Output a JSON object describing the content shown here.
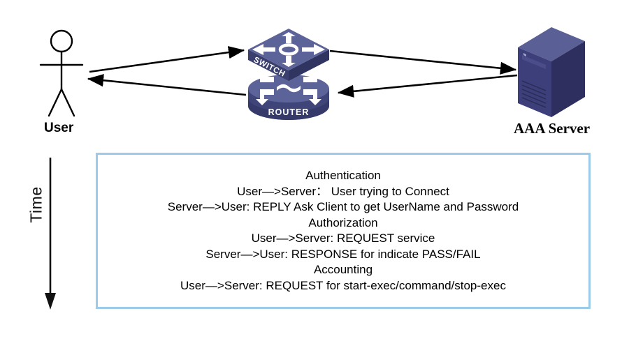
{
  "diagram": {
    "title": "AAA (Authentication, Authorization, Accounting) flow diagram",
    "colors": {
      "device_top": "#5C6399",
      "device_front": "#3F4578",
      "device_side": "#2F3460",
      "server_top": "#5A5F96",
      "server_front": "#3D3F7A",
      "server_side": "#2E2F5E",
      "box_border": "#9BCBE8",
      "arrow": "#000000",
      "text": "#000000"
    },
    "nodes": [
      {
        "id": "user",
        "label": "User",
        "icon": "stick-figure-icon",
        "font": "sans-bold"
      },
      {
        "id": "switch",
        "label": "SWITCH",
        "icon": "network-switch-icon",
        "font": "sans-bold-white"
      },
      {
        "id": "router",
        "label": "ROUTER",
        "icon": "network-router-icon",
        "font": "sans-bold-white"
      },
      {
        "id": "server",
        "label": "AAA Server",
        "icon": "server-tower-icon",
        "font": "serif-bold"
      }
    ],
    "connections": [
      {
        "id": "user-to-switch",
        "from": "user",
        "to": "switch",
        "direction": "right"
      },
      {
        "id": "router-to-user",
        "from": "router",
        "to": "user",
        "direction": "left"
      },
      {
        "id": "switch-to-server",
        "from": "switch",
        "to": "server",
        "direction": "right"
      },
      {
        "id": "server-to-router",
        "from": "server",
        "to": "router",
        "direction": "left"
      }
    ],
    "time_axis": {
      "label": "Time",
      "direction": "downward"
    }
  },
  "message_box": {
    "lines": [
      "Authentication",
      "User—>Server：  User trying to Connect",
      "Server—>User: REPLY Ask Client to get UserName and Password",
      "Authorization",
      "User—>Server: REQUEST service",
      "Server—>User: RESPONSE for indicate PASS/FAIL",
      "Accounting",
      "User—>Server: REQUEST for start-exec/command/stop-exec"
    ]
  }
}
